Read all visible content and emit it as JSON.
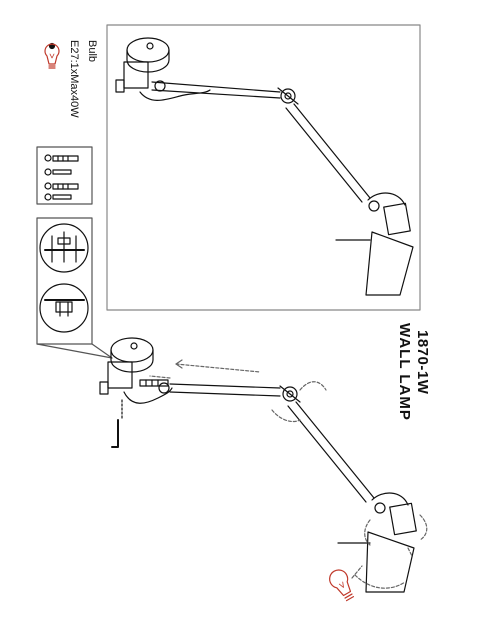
{
  "product": {
    "model": "1870-1W",
    "name": "WALL LAMP"
  },
  "bulb": {
    "label": "Bulb",
    "spec": "E27:1xMax40W"
  },
  "colors": {
    "line": "#111111",
    "frame": "#888888",
    "bulb_accent": "#c0392b",
    "arrow": "#666666"
  },
  "icons": [
    "bulb-icon",
    "screw-icon",
    "allen-key-icon"
  ]
}
